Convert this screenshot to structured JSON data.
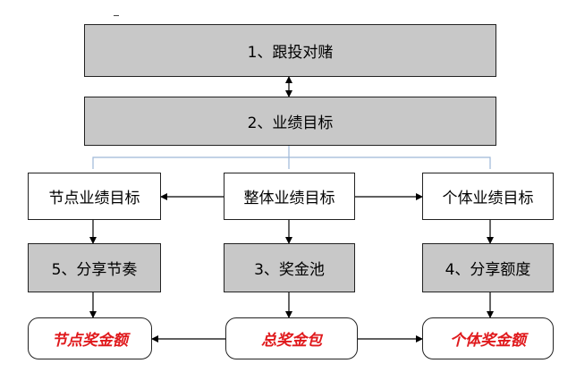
{
  "top": {
    "label": "1、跟投对赌"
  },
  "second": {
    "label": "2、业绩目标"
  },
  "mid_row": {
    "node": "节点业绩目标",
    "overall": "整体业绩目标",
    "individual": "个体业绩目标"
  },
  "gray_row": {
    "left": "5、分享节奏",
    "center": "3、奖金池",
    "right": "4、分享额度"
  },
  "bottom_row": {
    "left": "节点奖金额",
    "center": "总奖金包",
    "right": "个体奖金额"
  },
  "colors": {
    "gray_fill": "#c8c8c8",
    "highlight_text": "#e0191c",
    "connector_blue": "#9db8d8"
  }
}
